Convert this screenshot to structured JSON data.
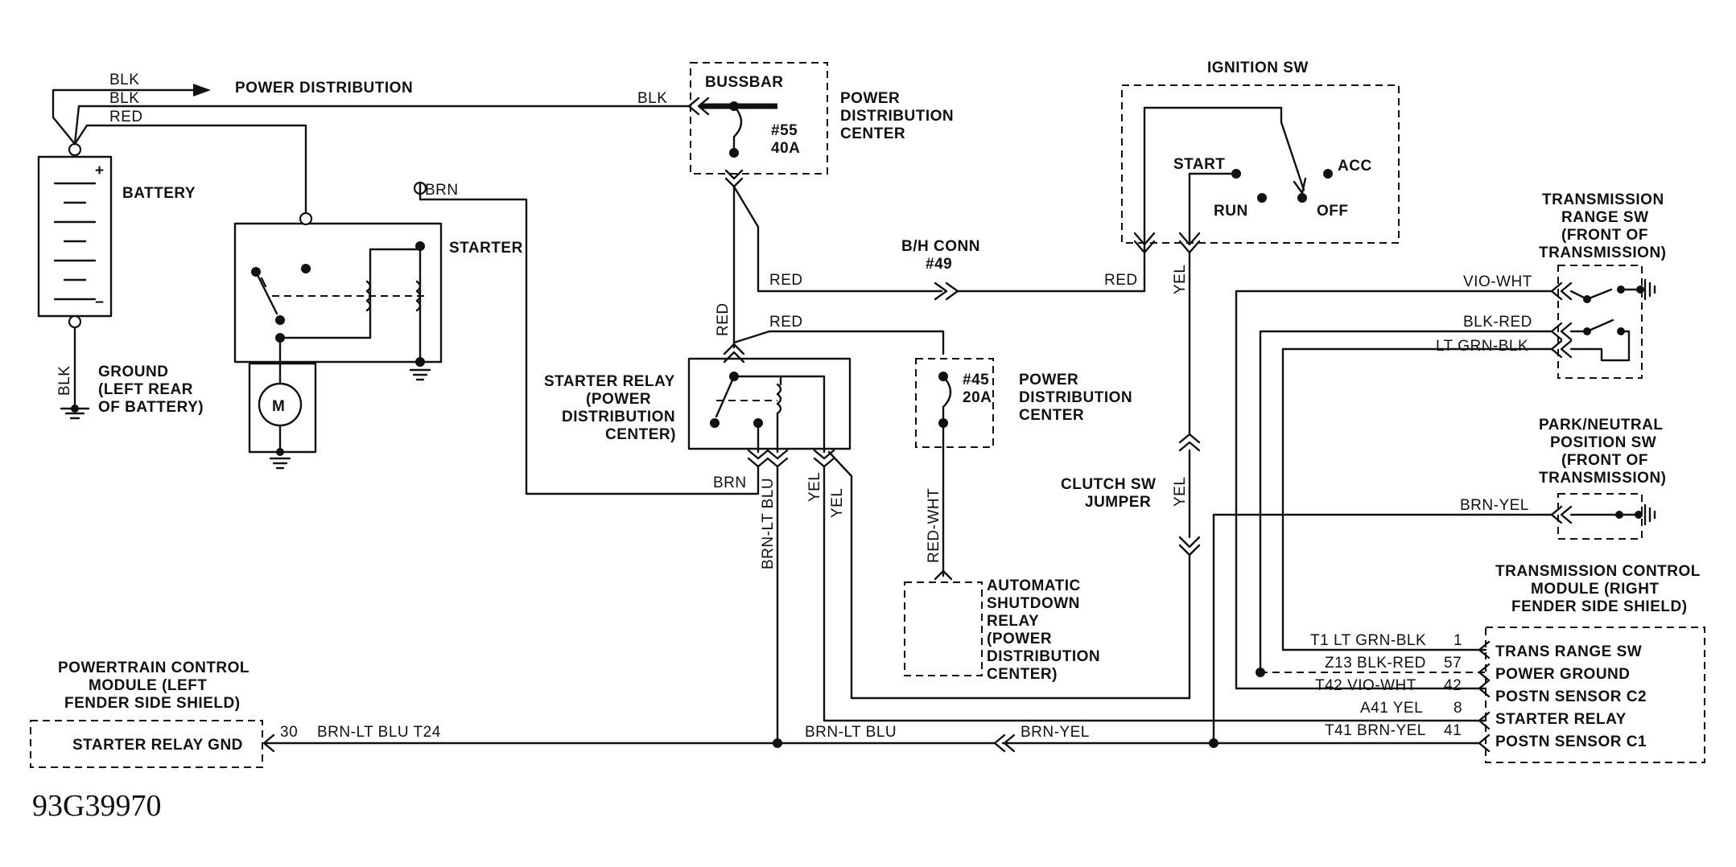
{
  "figure_id": "93G39970",
  "components": {
    "power_distribution": "POWER DISTRIBUTION",
    "battery": "BATTERY",
    "ground_lines": [
      "GROUND",
      "(LEFT REAR",
      "OF BATTERY)"
    ],
    "starter": "STARTER",
    "motor_symbol": "M",
    "bussbar": "BUSSBAR",
    "fuse_55": [
      "#55",
      "40A"
    ],
    "pdc_top": [
      "POWER",
      "DISTRIBUTION",
      "CENTER"
    ],
    "ignition_sw": "IGNITION SW",
    "ign_positions": [
      "START",
      "ACC",
      "RUN",
      "OFF"
    ],
    "bh_conn": [
      "B/H CONN",
      "#49"
    ],
    "starter_relay": [
      "STARTER RELAY",
      "(POWER",
      "DISTRIBUTION",
      "CENTER)"
    ],
    "fuse_45": [
      "#45",
      "20A"
    ],
    "pdc_mid": [
      "POWER",
      "DISTRIBUTION",
      "CENTER"
    ],
    "asd_relay": [
      "AUTOMATIC",
      "SHUTDOWN",
      "RELAY",
      "(POWER",
      "DISTRIBUTION",
      "CENTER)"
    ],
    "clutch_sw": [
      "CLUTCH SW",
      "JUMPER"
    ],
    "trs_sw": [
      "TRANSMISSION",
      "RANGE SW",
      "(FRONT OF",
      "TRANSMISSION)"
    ],
    "pn_sw": [
      "PARK/NEUTRAL",
      "POSITION SW",
      "(FRONT OF",
      "TRANSMISSION)"
    ],
    "tcm": [
      "TRANSMISSION CONTROL",
      "MODULE (RIGHT",
      "FENDER SIDE SHIELD)"
    ],
    "pcm": [
      "POWERTRAIN CONTROL",
      "MODULE (LEFT",
      "FENDER SIDE SHIELD)"
    ],
    "pcm_pin": "STARTER RELAY GND"
  },
  "wires": {
    "blk": "BLK",
    "red": "RED",
    "brn": "BRN",
    "yel": "YEL",
    "red_wht": "RED-WHT",
    "brn_lt_blu": "BRN-LT BLU",
    "brn_lt_blu_alt": "BRN-LT BLU",
    "brn_yel": "BRN-YEL",
    "vio_wht": "VIO-WHT",
    "blk_red": "BLK-RED",
    "lt_grn_blk": "LT GRN-BLK"
  },
  "tcm_pins": [
    {
      "circuit": "T1 LT GRN-BLK",
      "pin": "1",
      "name": "TRANS RANGE SW"
    },
    {
      "circuit": "Z13 BLK-RED",
      "pin": "57",
      "name": "POWER GROUND"
    },
    {
      "circuit": "T42 VIO-WHT",
      "pin": "42",
      "name": "POSTN SENSOR C2"
    },
    {
      "circuit": "A41 YEL",
      "pin": "8",
      "name": "STARTER RELAY"
    },
    {
      "circuit": "T41 BRN-YEL",
      "pin": "41",
      "name": "POSTN SENSOR C1"
    }
  ],
  "pcm_circuit": {
    "pin": "30",
    "circuit": "BRN-LT BLU T24"
  }
}
